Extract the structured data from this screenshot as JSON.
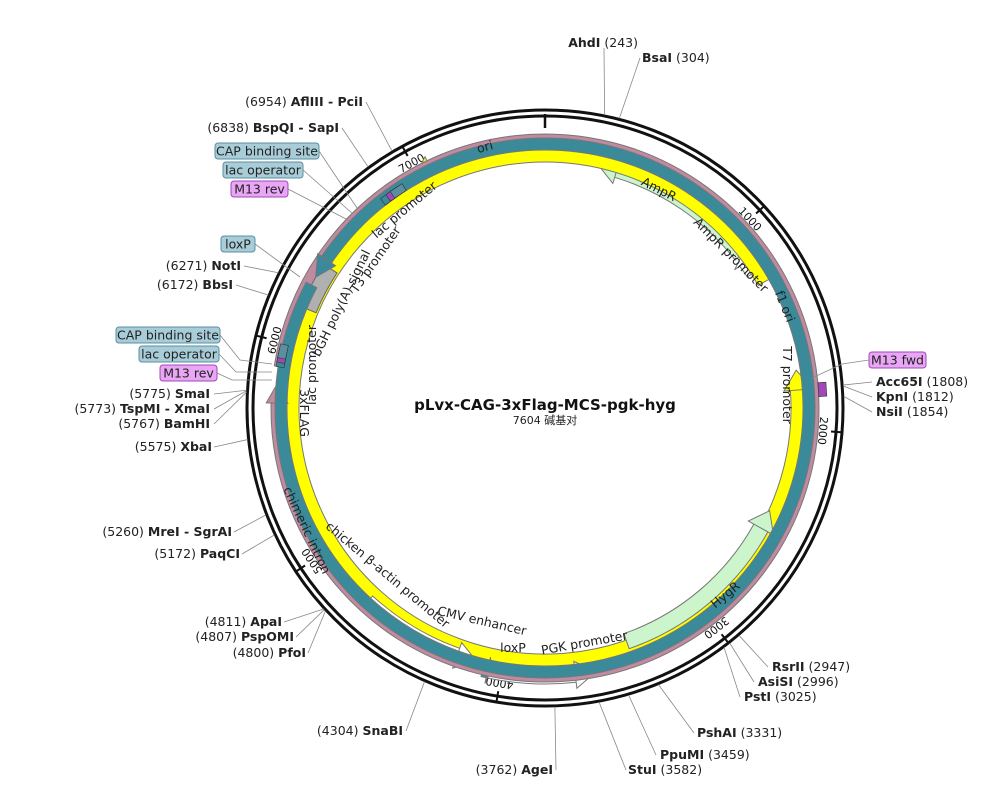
{
  "plasmid": {
    "name": "pLvx-CAG-3xFlag-MCS-pgk-hyg",
    "length_label": "7604 碱基对",
    "total_bp": 7604
  },
  "ticks": [
    {
      "bp": 1000,
      "label": "1000"
    },
    {
      "bp": 2000,
      "label": "2000"
    },
    {
      "bp": 3000,
      "label": "3000"
    },
    {
      "bp": 4000,
      "label": "4000"
    },
    {
      "bp": 5000,
      "label": "5000"
    },
    {
      "bp": 6000,
      "label": "6000"
    },
    {
      "bp": 7000,
      "label": "7000"
    }
  ],
  "features": [
    {
      "id": "ori",
      "name": "ori",
      "start": 7550,
      "end": 6970,
      "color": "#ffff00",
      "dir": -1,
      "label_inside": true
    },
    {
      "id": "ampr",
      "name": "AmpR",
      "start": 1100,
      "end": 260,
      "color": "#ccf5cc",
      "dir": -1
    },
    {
      "id": "ampr-promoter",
      "name": "AmpR promoter",
      "start": 1205,
      "end": 1103,
      "color": "#ffffff",
      "dir": -1
    },
    {
      "id": "f1-ori",
      "name": "f1 ori",
      "start": 1270,
      "end": 1720,
      "color": "#ffff00",
      "dir": -1,
      "label_inside": true
    },
    {
      "id": "hygr",
      "name": "HygR",
      "start": 3395,
      "end": 2420,
      "color": "#ccf5cc",
      "dir": -1,
      "label_inside": true
    },
    {
      "id": "pgk-promoter",
      "name": "PGK promoter",
      "start": 4055,
      "end": 3570,
      "color": "#ffffff",
      "dir": -1
    },
    {
      "id": "cmv-enhancer",
      "name": "CMV enhancer",
      "start": 4700,
      "end": 4120,
      "color": "#ffffff",
      "dir": -1
    },
    {
      "id": "loxp-2",
      "name": "loxP",
      "start": 4085,
      "end": 4050,
      "color": "#3a8a9a",
      "dir": -1
    },
    {
      "id": "3xflag",
      "name": "3xFLAG",
      "start": 5890,
      "end": 5820,
      "color": "#c08aa0",
      "dir": 1
    },
    {
      "id": "bgh-polya",
      "name": "bGH poly(A) signal",
      "start": 6180,
      "end": 6400,
      "color": "#b0b0b0",
      "dir": 0
    },
    {
      "id": "loxp-1",
      "name": "loxP",
      "start": 6290,
      "end": 6330,
      "color": "#3a8a9a",
      "dir": -1
    }
  ],
  "thin_features": [
    {
      "name": "chicken β-actin promoter",
      "start": 4710,
      "end": 5000
    },
    {
      "name": "chimeric intron",
      "start": 5010,
      "end": 5560
    }
  ],
  "small_features": [
    {
      "name": "lac promoter",
      "bp": 6865
    },
    {
      "name": "T3 promoter",
      "bp": 6895
    },
    {
      "name": "T7 promoter",
      "bp": 1825
    },
    {
      "name": "lac promoter",
      "bp": 5965
    }
  ],
  "badges": [
    {
      "name": "CAP binding site",
      "color": "#a8ccd8",
      "border": "#5a8fa0"
    },
    {
      "name": "lac operator",
      "color": "#a8ccd8",
      "border": "#5a8fa0"
    },
    {
      "name": "M13 rev",
      "color": "#e8a6f5",
      "border": "#a048b8"
    },
    {
      "name": "loxP",
      "color": "#a8ccd8",
      "border": "#5a8fa0"
    },
    {
      "name": "CAP binding site",
      "color": "#a8ccd8",
      "border": "#5a8fa0"
    },
    {
      "name": "lac operator",
      "color": "#a8ccd8",
      "border": "#5a8fa0"
    },
    {
      "name": "M13 rev",
      "color": "#e8a6f5",
      "border": "#a048b8"
    },
    {
      "name": "M13 fwd",
      "color": "#e8a6f5",
      "border": "#a048b8"
    }
  ],
  "sites": [
    {
      "name": "AhdI",
      "pos": "(243)",
      "bp": 243
    },
    {
      "name": "BsaI",
      "pos": "(304)",
      "bp": 304
    },
    {
      "name": "Acc65I",
      "pos": "(1808)",
      "bp": 1808
    },
    {
      "name": "KpnI",
      "pos": "(1812)",
      "bp": 1812
    },
    {
      "name": "NsiI",
      "pos": "(1854)",
      "bp": 1854
    },
    {
      "name": "RsrII",
      "pos": "(2947)",
      "bp": 2947
    },
    {
      "name": "AsiSI",
      "pos": "(2996)",
      "bp": 2996
    },
    {
      "name": "PstI",
      "pos": "(3025)",
      "bp": 3025
    },
    {
      "name": "PshAI",
      "pos": "(3331)",
      "bp": 3331
    },
    {
      "name": "PpuMI",
      "pos": "(3459)",
      "bp": 3459
    },
    {
      "name": "StuI",
      "pos": "(3582)",
      "bp": 3582
    },
    {
      "name": "AgeI",
      "pos": "(3762)",
      "bp": 3762
    },
    {
      "name": "SnaBI",
      "pos": "(4304)",
      "bp": 4304
    },
    {
      "name": "ApaI",
      "pos": "(4811)",
      "bp": 4811
    },
    {
      "name": "PspOMI",
      "pos": "(4807)",
      "bp": 4807
    },
    {
      "name": "PfoI",
      "pos": "(4800)",
      "bp": 4800
    },
    {
      "name": "MreI - SgrAI",
      "pos": "(5260)",
      "bp": 5260
    },
    {
      "name": "PaqCI",
      "pos": "(5172)",
      "bp": 5172
    },
    {
      "name": "XbaI",
      "pos": "(5575)",
      "bp": 5575
    },
    {
      "name": "BamHI",
      "pos": "(5767)",
      "bp": 5767
    },
    {
      "name": "TspMI - XmaI",
      "pos": "(5773)",
      "bp": 5773
    },
    {
      "name": "SmaI",
      "pos": "(5775)",
      "bp": 5775
    },
    {
      "name": "BbsI",
      "pos": "(6172)",
      "bp": 6172
    },
    {
      "name": "NotI",
      "pos": "(6271)",
      "bp": 6271
    },
    {
      "name": "BspQI - SapI",
      "pos": "(6838)",
      "bp": 6838
    },
    {
      "name": "AflIII - PciI",
      "pos": "(6954)",
      "bp": 6954
    }
  ]
}
